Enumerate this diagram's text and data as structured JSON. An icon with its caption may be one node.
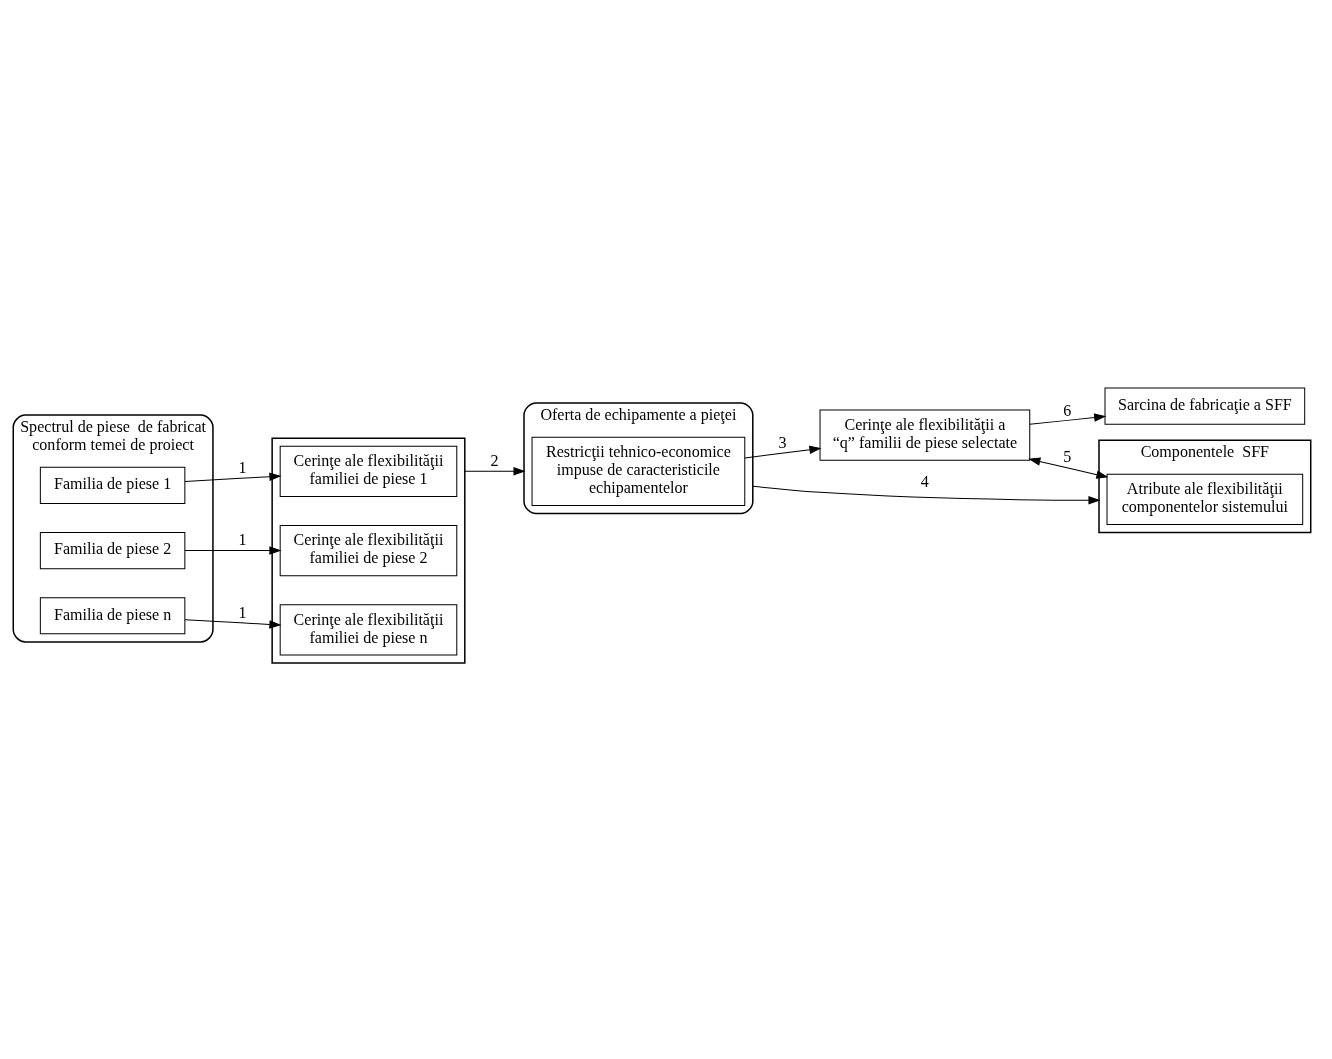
{
  "diagram": {
    "nodes": [
      {
        "text": [
          "Spectrul de piese  de fabricat conform temei de proiect"
        ]
      },
      {
        "text": [
          "Familia de piese 1"
        ],
        "in": 0
      },
      {
        "text": [
          "Familia de piese 2"
        ],
        "in": 0
      },
      {
        "text": [
          "Familia de piese n"
        ],
        "in": 0
      },
      {
        "text": [],
        "shape": "box"
      },
      {
        "text": [
          "Cerinţe ale flexibilităţii familiei de piese 1"
        ],
        "in": 4
      },
      {
        "text": [
          "Cerinţe ale flexibilităţii familiei de piese 2"
        ],
        "in": 4
      },
      {
        "text": [
          "Cerinţe ale flexibilităţii familiei de piese n"
        ],
        "in": 4
      },
      {
        "text": [
          "Oferta de echipamente a pieţei"
        ]
      },
      {
        "text": [
          "Restricţii tehnico-economice impuse de caracteristicile echipamentelor"
        ],
        "in": 8
      },
      {
        "text": [
          "Cerinţe ale flexibilităţii a “q” familii de piese selectate"
        ]
      },
      {
        "text": [
          "Sarcina de fabricaţie a SFF"
        ]
      },
      {
        "text": [
          "Componentele  SFF"
        ]
      },
      {
        "text": [
          "Atribute ale flexibilităţii componentelor sistemului"
        ],
        "in": 12
      }
    ],
    "edges": [
      {
        "from": 1,
        "to": 5,
        "arrow": "to",
        "label": "1"
      },
      {
        "from": 2,
        "to": 6,
        "arrow": "to",
        "label": "1"
      },
      {
        "from": 3,
        "to": 7,
        "arrow": "to",
        "label": "1"
      },
      {
        "from": 4,
        "to": 8,
        "arrow": "to",
        "label": "2"
      },
      {
        "from": 9,
        "to": 10,
        "arrow": "to",
        "label": "3"
      },
      {
        "from": 8,
        "to": 12,
        "arrow": "to",
        "label": "4"
      },
      {
        "from": 10,
        "to": 13,
        "arrow": "both",
        "label": "5"
      },
      {
        "from": 10,
        "to": 11,
        "arrow": "to",
        "label": "6"
      }
    ]
  }
}
